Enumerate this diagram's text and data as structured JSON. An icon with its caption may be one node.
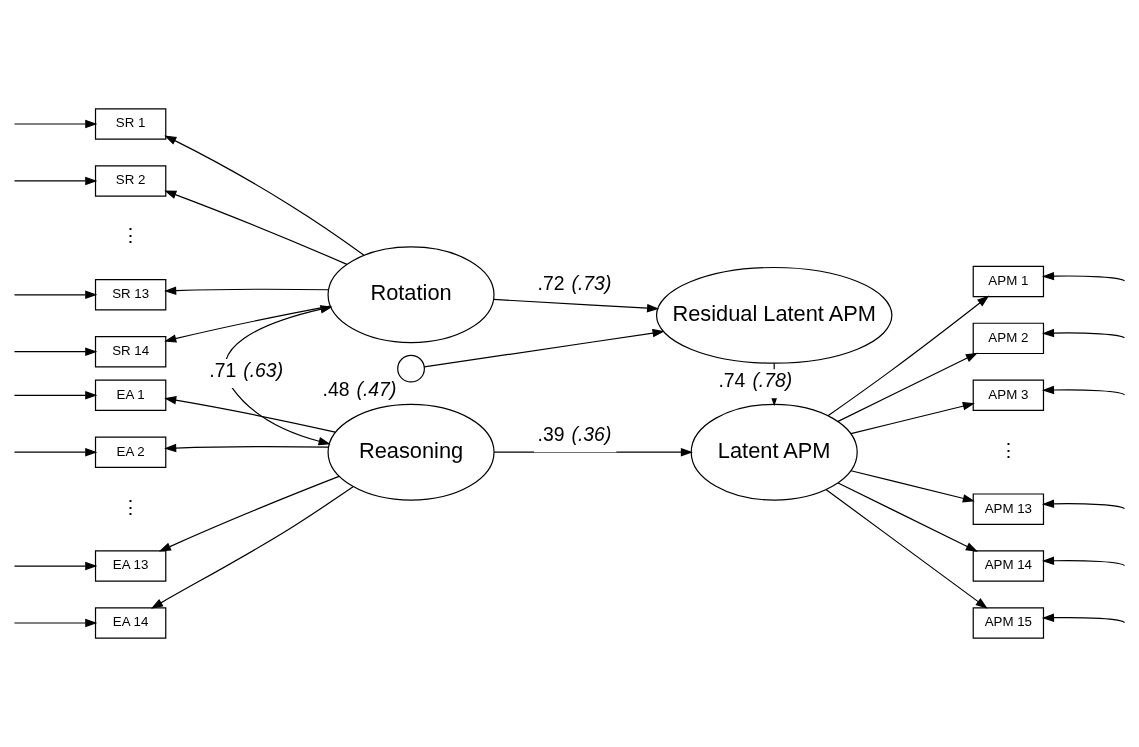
{
  "diagram": {
    "nodes": [
      {
        "text": [
          "SR 1"
        ]
      },
      {
        "text": [
          "SR 2"
        ]
      },
      {
        "text": [
          "SR 13"
        ]
      },
      {
        "text": [
          "SR 14"
        ]
      },
      {
        "text": [
          "Rotation"
        ]
      },
      {
        "text": [
          "EA 1"
        ]
      },
      {
        "text": [
          "EA 2"
        ]
      },
      {
        "text": [
          "EA 13"
        ]
      },
      {
        "text": [
          "EA 14"
        ]
      },
      {
        "text": [
          "Reasoning"
        ]
      },
      {
        "text": [
          "Residual Latent APM"
        ]
      },
      {
        "text": [],
        "shape": "circle",
        "beside": [
          ".48 *(.47)*"
        ]
      },
      {
        "text": [
          "Latent APM"
        ]
      },
      {
        "text": [
          "APM 1"
        ]
      },
      {
        "text": [
          "APM 2"
        ]
      },
      {
        "text": [
          "APM 3"
        ]
      },
      {
        "text": [
          "APM 13"
        ]
      },
      {
        "text": [
          "APM 14"
        ]
      },
      {
        "text": [
          "APM 15"
        ]
      }
    ],
    "edges": [
      {
        "from": null,
        "to": 0,
        "arrow": "to"
      },
      {
        "from": null,
        "to": 1,
        "arrow": "to"
      },
      {
        "from": null,
        "to": 2,
        "arrow": "to"
      },
      {
        "from": null,
        "to": 3,
        "arrow": "to"
      },
      {
        "from": 4,
        "to": 0,
        "arrow": "to"
      },
      {
        "from": 4,
        "to": 1,
        "arrow": "to"
      },
      {
        "from": 4,
        "to": 2,
        "arrow": "to"
      },
      {
        "from": 4,
        "to": 3,
        "arrow": "to"
      },
      {
        "from": 4,
        "to": 9,
        "arrow": "both",
        "label": ".71 *(.63)*"
      },
      {
        "from": null,
        "to": 5,
        "arrow": "to"
      },
      {
        "from": null,
        "to": 6,
        "arrow": "to"
      },
      {
        "from": null,
        "to": 7,
        "arrow": "to"
      },
      {
        "from": null,
        "to": 8,
        "arrow": "to"
      },
      {
        "from": 9,
        "to": 5,
        "arrow": "to"
      },
      {
        "from": 9,
        "to": 6,
        "arrow": "to"
      },
      {
        "from": 9,
        "to": 7,
        "arrow": "to"
      },
      {
        "from": 9,
        "to": 8,
        "arrow": "to"
      },
      {
        "from": 4,
        "to": 10,
        "arrow": "to",
        "label": ".72 *(.73)*"
      },
      {
        "from": 11,
        "to": 10,
        "arrow": "to"
      },
      {
        "from": 10,
        "to": 12,
        "arrow": "to",
        "label": ".74 *(.78)*"
      },
      {
        "from": 9,
        "to": 12,
        "arrow": "to",
        "label": ".39 *(.36)*"
      },
      {
        "from": 12,
        "to": 13,
        "arrow": "to"
      },
      {
        "from": 12,
        "to": 14,
        "arrow": "to"
      },
      {
        "from": 12,
        "to": 15,
        "arrow": "to"
      },
      {
        "from": 12,
        "to": 16,
        "arrow": "to"
      },
      {
        "from": 12,
        "to": 17,
        "arrow": "to"
      },
      {
        "from": 12,
        "to": 18,
        "arrow": "to"
      },
      {
        "from": null,
        "to": 13,
        "arrow": "to"
      },
      {
        "from": null,
        "to": 14,
        "arrow": "to"
      },
      {
        "from": null,
        "to": 15,
        "arrow": "to"
      },
      {
        "from": null,
        "to": 16,
        "arrow": "to"
      },
      {
        "from": null,
        "to": 17,
        "arrow": "to"
      },
      {
        "from": null,
        "to": 18,
        "arrow": "to"
      }
    ],
    "labels": [
      "⋮",
      "⋮",
      "⋮"
    ]
  }
}
